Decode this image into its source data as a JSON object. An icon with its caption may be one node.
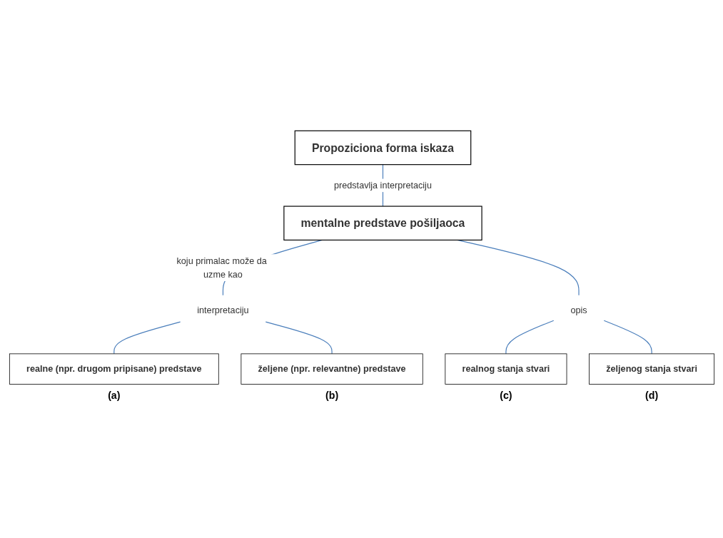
{
  "diagram": {
    "nodes": [
      {
        "text": [
          "Propoziciona forma iskaza"
        ]
      },
      {
        "text": [
          "mentalne predstave pošiljaoca"
        ]
      },
      {
        "text": [
          "interpretaciju"
        ]
      },
      {
        "text": [
          "opis"
        ]
      },
      {
        "text": [
          "realne (npr. drugom pripisane) predstave"
        ],
        "beside": [
          "(a)"
        ]
      },
      {
        "text": [
          "željene (npr. relevantne) predstave"
        ],
        "beside": [
          "(b)"
        ]
      },
      {
        "text": [
          "realnog stanja stvari"
        ],
        "beside": [
          "(c)"
        ]
      },
      {
        "text": [
          "željenog stanja stvari"
        ],
        "beside": [
          "(d)"
        ]
      }
    ],
    "edges": [
      {
        "from": 0,
        "to": 1,
        "arrow": "none",
        "label": "predstavlja interpretaciju"
      },
      {
        "from": 1,
        "to": 2,
        "arrow": "none",
        "label": "koju primalac može da uzme kao"
      },
      {
        "from": 1,
        "to": 3,
        "arrow": "none"
      },
      {
        "from": 2,
        "to": 4,
        "arrow": "none"
      },
      {
        "from": 2,
        "to": 5,
        "arrow": "none"
      },
      {
        "from": 3,
        "to": 6,
        "arrow": "none"
      },
      {
        "from": 3,
        "to": 7,
        "arrow": "none"
      }
    ]
  }
}
